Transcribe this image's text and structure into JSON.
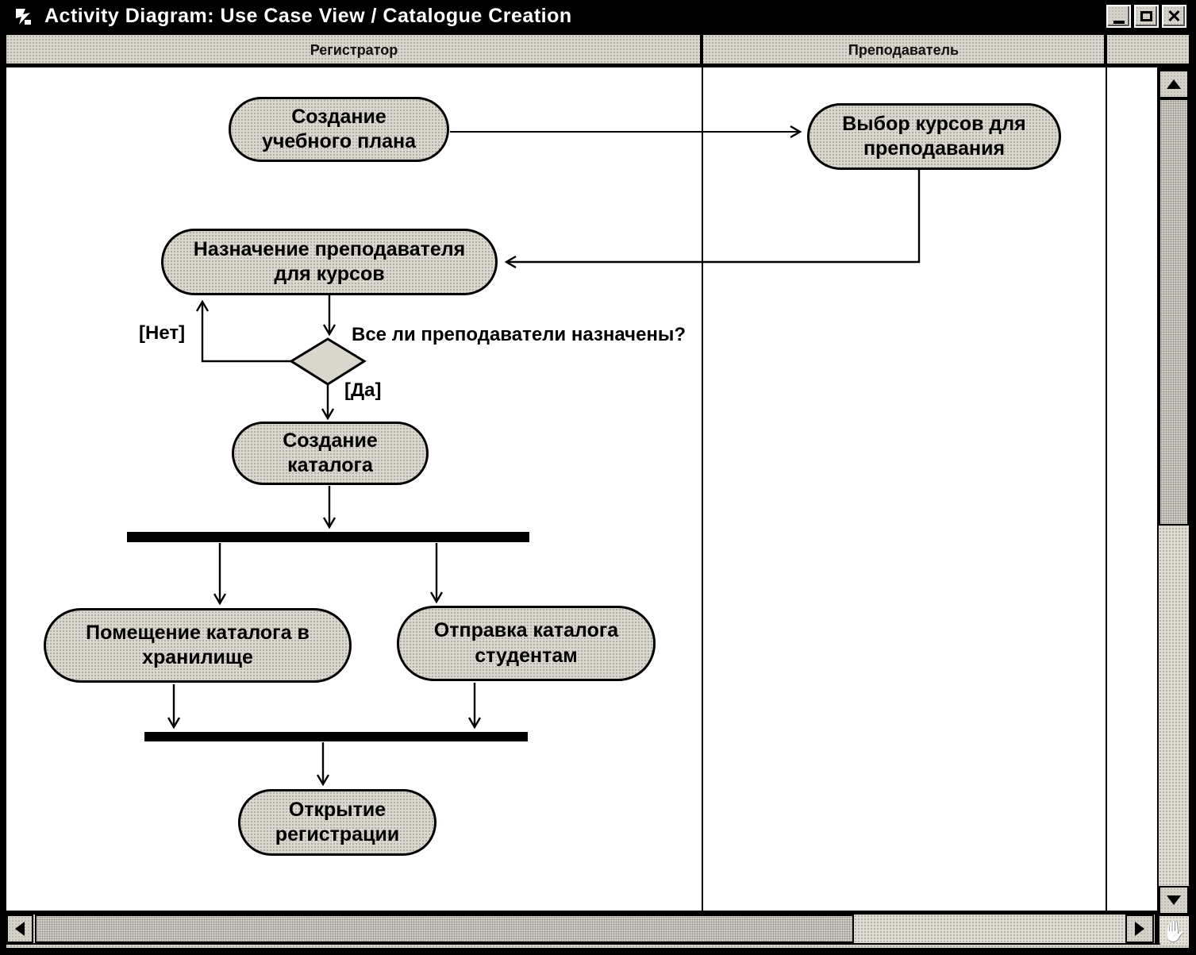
{
  "window": {
    "title": "Activity Diagram: Use Case View / Catalogue Creation",
    "icons": {
      "close": "✕",
      "pan_hand": "✋"
    }
  },
  "swimlanes": {
    "left": "Регистратор",
    "right": "Преподаватель"
  },
  "diagram": {
    "nodes": {
      "create_plan": {
        "line1": "Создание",
        "line2": "учебного плана"
      },
      "choose_courses": {
        "line1": "Выбор курсов для",
        "line2": "преподавания"
      },
      "assign_teacher": {
        "line1": "Назначение преподавателя",
        "line2": "для курсов"
      },
      "create_catalogue": {
        "line1": "Создание",
        "line2": "каталога"
      },
      "store_catalogue": {
        "line1": "Помещение каталога в",
        "line2": "хранилище"
      },
      "send_catalogue": {
        "line1": "Отправка каталога",
        "line2": "студентам"
      },
      "open_registration": {
        "line1": "Открытие",
        "line2": "регистрации"
      }
    },
    "labels": {
      "decision_question": "Все ли преподаватели назначены?",
      "guard_no": "[Нет]",
      "guard_yes": "[Да]"
    }
  }
}
